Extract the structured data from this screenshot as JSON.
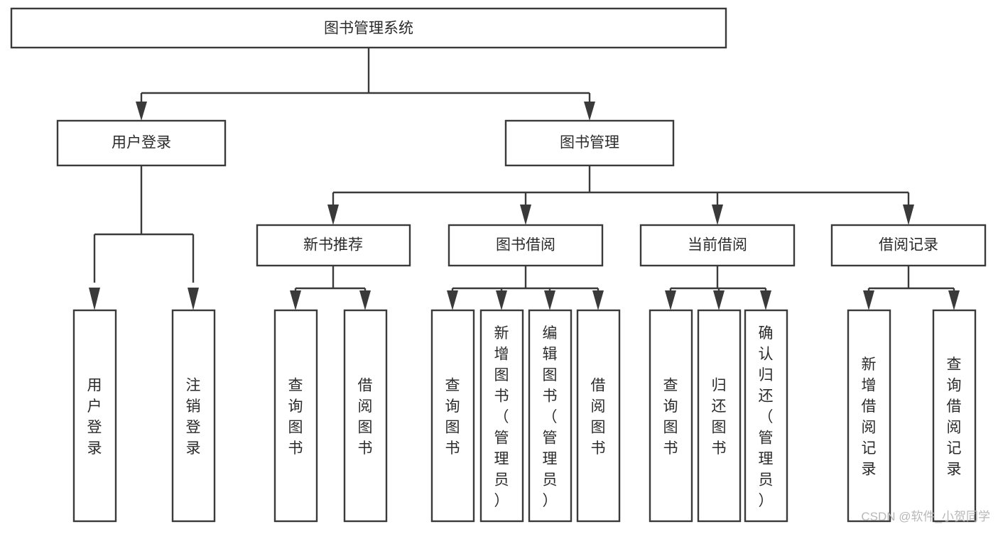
{
  "diagram": {
    "title": "图书管理系统",
    "type": "hierarchy-tree",
    "levels": 4,
    "root": {
      "id": "root",
      "label": "图书管理系统",
      "orientation": "horizontal"
    },
    "level2": [
      {
        "id": "user-login",
        "label": "用户登录",
        "orientation": "horizontal"
      },
      {
        "id": "book-management",
        "label": "图书管理",
        "orientation": "horizontal"
      }
    ],
    "level3": [
      {
        "id": "new-book-recommend",
        "label": "新书推荐",
        "orientation": "horizontal",
        "parent": "book-management"
      },
      {
        "id": "book-borrow",
        "label": "图书借阅",
        "orientation": "horizontal",
        "parent": "book-management"
      },
      {
        "id": "current-borrow",
        "label": "当前借阅",
        "orientation": "horizontal",
        "parent": "book-management"
      },
      {
        "id": "borrow-record",
        "label": "借阅记录",
        "orientation": "horizontal",
        "parent": "book-management"
      }
    ],
    "leaves": [
      {
        "id": "leaf-user-login",
        "label": "用户登录",
        "orientation": "vertical",
        "parent": "user-login"
      },
      {
        "id": "leaf-logout-login",
        "label": "注销登录",
        "orientation": "vertical",
        "parent": "user-login"
      },
      {
        "id": "leaf-query-book-1",
        "label": "查询图书",
        "orientation": "vertical",
        "parent": "new-book-recommend"
      },
      {
        "id": "leaf-borrow-book-1",
        "label": "借阅图书",
        "orientation": "vertical",
        "parent": "new-book-recommend"
      },
      {
        "id": "leaf-query-book-2",
        "label": "查询图书",
        "orientation": "vertical",
        "parent": "book-borrow"
      },
      {
        "id": "leaf-add-book-admin",
        "label": "新增图书（管理员）",
        "orientation": "vertical",
        "parent": "book-borrow"
      },
      {
        "id": "leaf-edit-book-admin",
        "label": "编辑图书（管理员）",
        "orientation": "vertical",
        "parent": "book-borrow"
      },
      {
        "id": "leaf-borrow-book-2",
        "label": "借阅图书",
        "orientation": "vertical",
        "parent": "book-borrow"
      },
      {
        "id": "leaf-query-book-3",
        "label": "查询图书",
        "orientation": "vertical",
        "parent": "current-borrow"
      },
      {
        "id": "leaf-return-book",
        "label": "归还图书",
        "orientation": "vertical",
        "parent": "current-borrow"
      },
      {
        "id": "leaf-confirm-return-admin",
        "label": "确认归还（管理员）",
        "orientation": "vertical",
        "parent": "current-borrow"
      },
      {
        "id": "leaf-add-borrow-record",
        "label": "新增借阅记录",
        "orientation": "vertical",
        "parent": "borrow-record"
      },
      {
        "id": "leaf-query-borrow-record",
        "label": "查询借阅记录",
        "orientation": "vertical",
        "parent": "borrow-record"
      }
    ]
  },
  "watermark": {
    "text": "CSDN @软件_小贺同学"
  },
  "colors": {
    "box_stroke": "#3a3a3a",
    "box_fill": "#ffffff",
    "text": "#2b2b2b",
    "background": "#ffffff",
    "watermark": "#b8b8b8"
  }
}
